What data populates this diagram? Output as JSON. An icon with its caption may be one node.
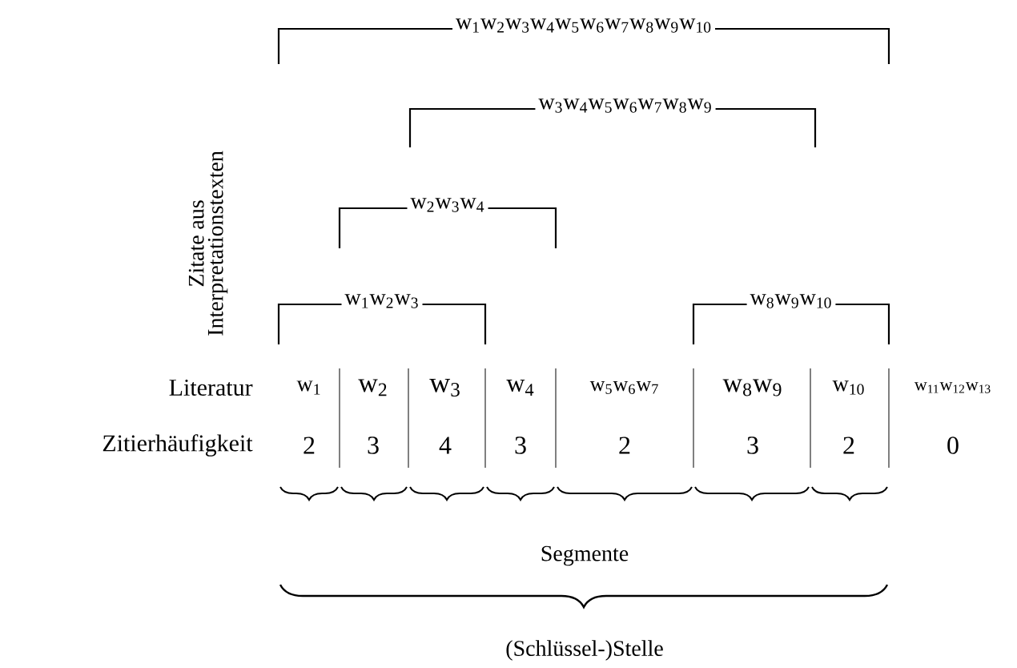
{
  "diagram": {
    "labels": [
      "w$_{1}$w$_{2}$w$_{3}$w$_{4}$w$_{5}$w$_{6}$w$_{7}$w$_{8}$w$_{9}$w$_{10}$",
      "w$_{3}$w$_{4}$w$_{5}$w$_{6}$w$_{7}$w$_{8}$w$_{9}$",
      "Zitate aus Interpretationstexten",
      "w$_{2}$w$_{3}$w$_{4}$",
      "w$_{1}$w$_{2}$w$_{3}$",
      "w$_{8}$w$_{9}$w$_{10}$",
      "Literatur",
      "w$_{1}$",
      "w$_{2}$",
      "w$_{3}$",
      "w$_{4}$",
      "w$_{5}$w$_{6}$w$_{7}$",
      "w$_{8}$w$_{9}$",
      "w$_{10}$",
      "w$_{11}$w$_{12}$w$_{13}$",
      "Zitierhäufigkeit",
      "2",
      "3",
      "4",
      "3",
      "2",
      "3",
      "2",
      "0",
      "Segmente",
      "(Schlüssel-)Stelle"
    ]
  }
}
